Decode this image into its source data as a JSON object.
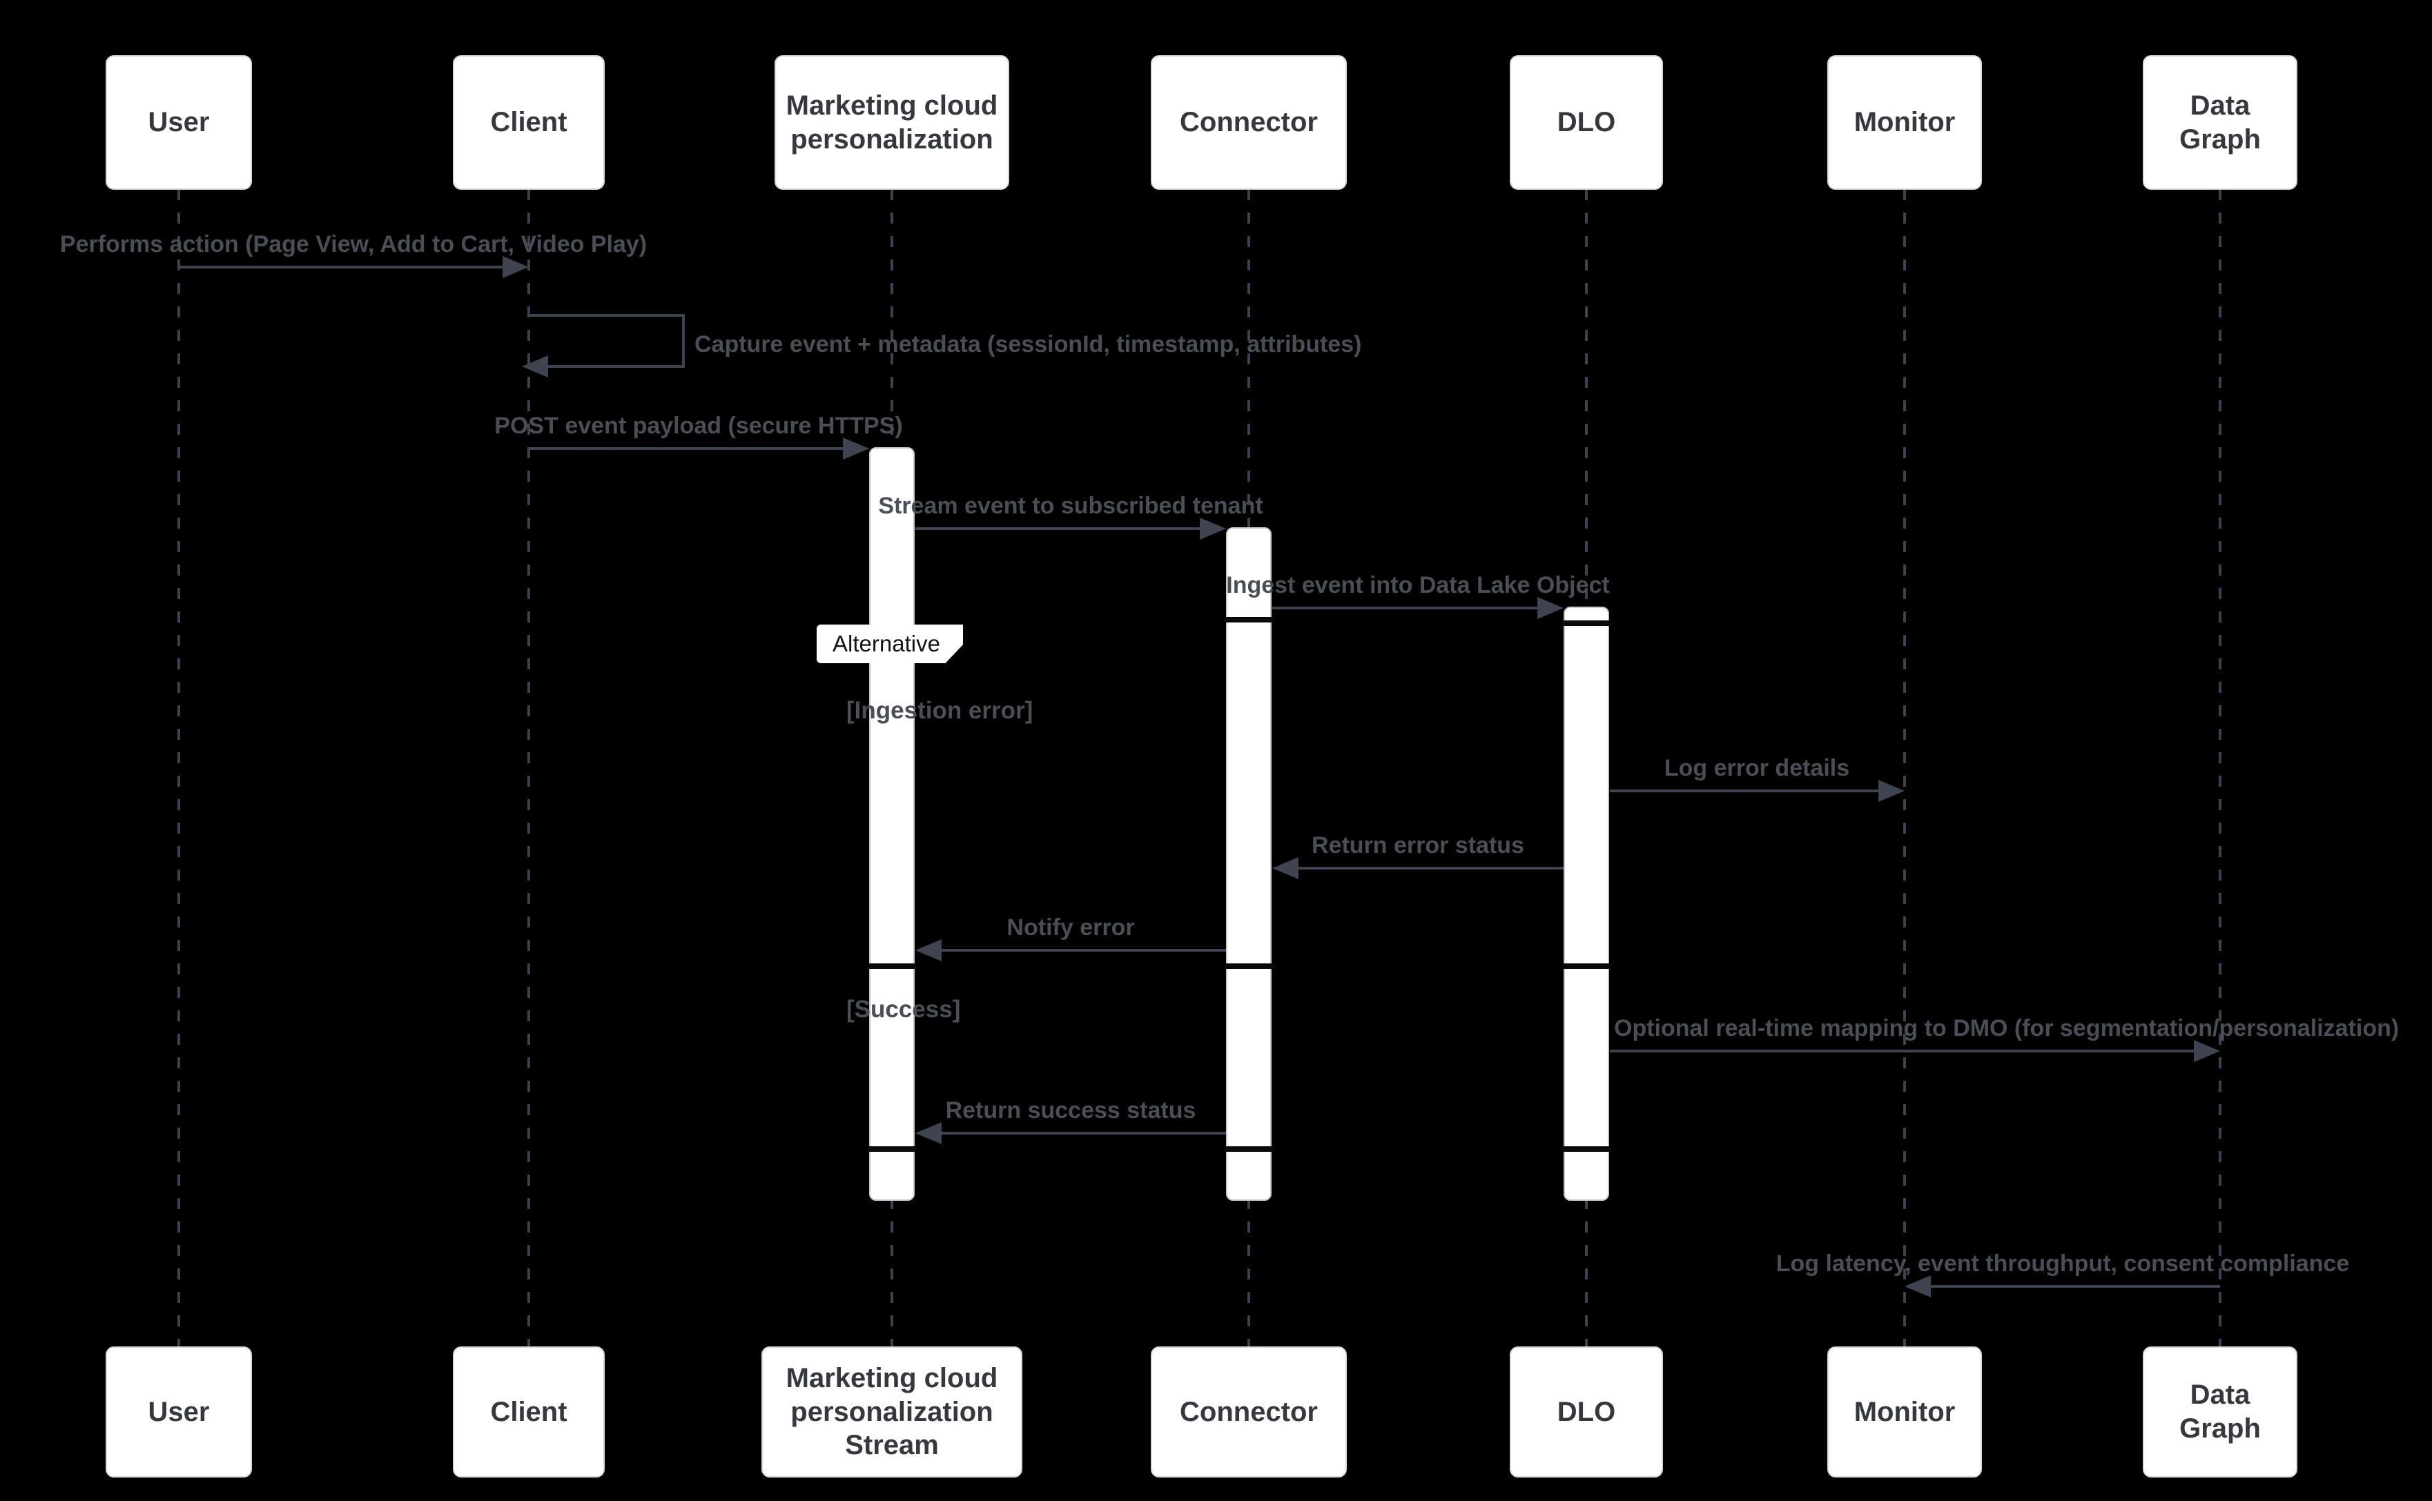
{
  "diagram": {
    "title": "Event ingestion sequence diagram",
    "colors": {
      "background": "#000000",
      "actor_box": "#ffffff",
      "actor_text": "#35393f",
      "line": "#3e4551",
      "message_text": "#4a4f57",
      "activation_bar": "#ffffff"
    },
    "actors": [
      {
        "id": "user",
        "top_label": "User",
        "bottom_label": "User"
      },
      {
        "id": "client",
        "top_label": "Client",
        "bottom_label": "Client"
      },
      {
        "id": "mcp",
        "top_label": "Marketing cloud personalization",
        "bottom_label": "Marketing cloud personalization Stream"
      },
      {
        "id": "connector",
        "top_label": "Connector",
        "bottom_label": "Connector"
      },
      {
        "id": "dlo",
        "top_label": "DLO",
        "bottom_label": "DLO"
      },
      {
        "id": "monitor",
        "top_label": "Monitor",
        "bottom_label": "Monitor"
      },
      {
        "id": "datagraph",
        "top_label": "Data Graph",
        "bottom_label": "Data Graph"
      }
    ],
    "messages": [
      {
        "id": "performs-action",
        "from": "User",
        "to": "Client",
        "label": "Performs action (Page View, Add to Cart, Video Play)"
      },
      {
        "id": "capture-event",
        "from": "Client",
        "to": "Client",
        "label": "Capture event + metadata (sessionId, timestamp, attributes)"
      },
      {
        "id": "post-event",
        "from": "Client",
        "to": "Marketing cloud personalization",
        "label": "POST event payload (secure HTTPS)"
      },
      {
        "id": "stream-event",
        "from": "Marketing cloud personalization",
        "to": "Connector",
        "label": "Stream event to subscribed tenant"
      },
      {
        "id": "ingest-event",
        "from": "Connector",
        "to": "DLO",
        "label": "Ingest event into Data Lake Object"
      },
      {
        "id": "log-error",
        "from": "DLO",
        "to": "Monitor",
        "label": "Log error details"
      },
      {
        "id": "return-error",
        "from": "DLO",
        "to": "Connector",
        "label": "Return error status"
      },
      {
        "id": "notify-error",
        "from": "Connector",
        "to": "Marketing cloud personalization",
        "label": "Notify error"
      },
      {
        "id": "optional-mapping",
        "from": "DLO",
        "to": "Data Graph",
        "label": "Optional real-time mapping to DMO (for segmentation/personalization)"
      },
      {
        "id": "return-success",
        "from": "Connector",
        "to": "Marketing cloud personalization",
        "label": "Return success status"
      },
      {
        "id": "log-latency",
        "from": "Data Graph",
        "to": "Monitor",
        "label": "Log latency, event throughput, consent compliance"
      }
    ],
    "alt": {
      "label": "Alternative",
      "case_error": "[Ingestion error]",
      "case_success": "[Success]"
    }
  }
}
